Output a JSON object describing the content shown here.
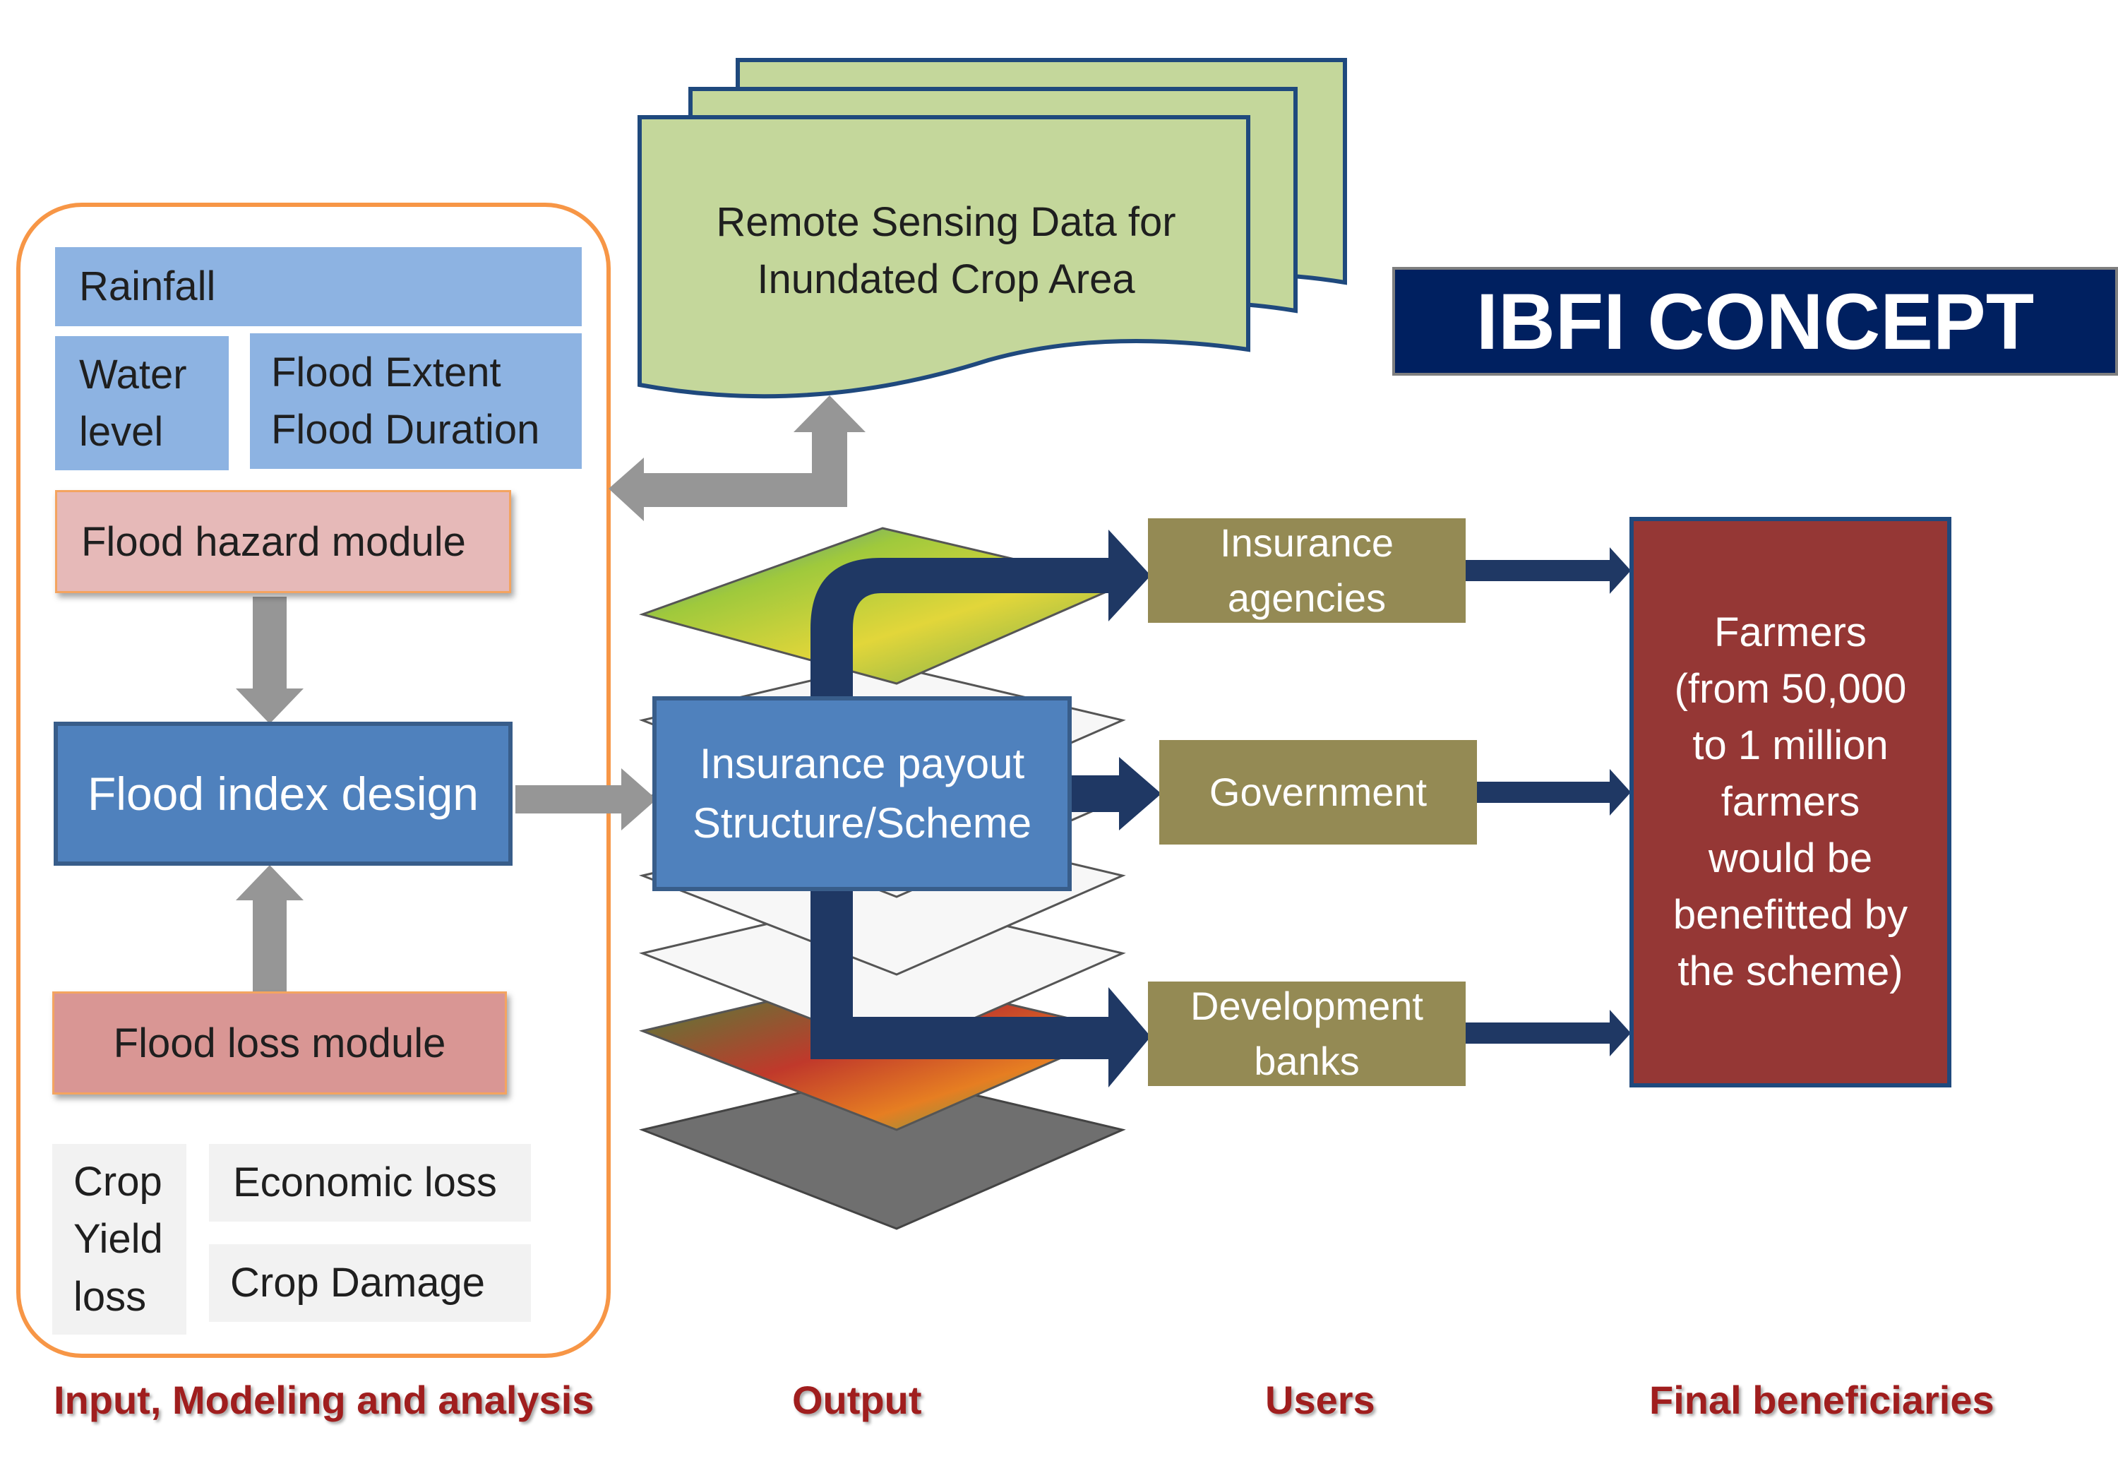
{
  "title": "IBFI CONCEPT",
  "input_panel": {
    "rainfall": "Rainfall",
    "water_level": "Water\nlevel",
    "flood_extent": "Flood Extent\nFlood Duration",
    "hazard_module": "Flood hazard module",
    "index_design": "Flood index design",
    "loss_module": "Flood loss module",
    "crop_yield_loss": "Crop\nYield\nloss",
    "economic_loss": "Economic loss",
    "crop_damage": "Crop Damage"
  },
  "remote_sensing": "Remote Sensing Data for\nInundated Crop Area",
  "payout": "Insurance payout\nStructure/Scheme",
  "users": {
    "insurance": "Insurance\nagencies",
    "government": "Government",
    "banks": "Development\nbanks"
  },
  "beneficiaries": "Farmers\n(from 50,000\nto 1 million\nfarmers\nwould be\nbenefitted by\nthe scheme)",
  "footer": {
    "input": "Input, Modeling and analysis",
    "output": "Output",
    "users": "Users",
    "final": "Final beneficiaries"
  },
  "colors": {
    "navy": "#002060",
    "arrow_navy": "#1f3864",
    "arrow_grey": "#969696",
    "olive": "#948a54",
    "maroon": "#953735",
    "orange_border": "#f79646",
    "doc_green": "#c4d79b"
  }
}
